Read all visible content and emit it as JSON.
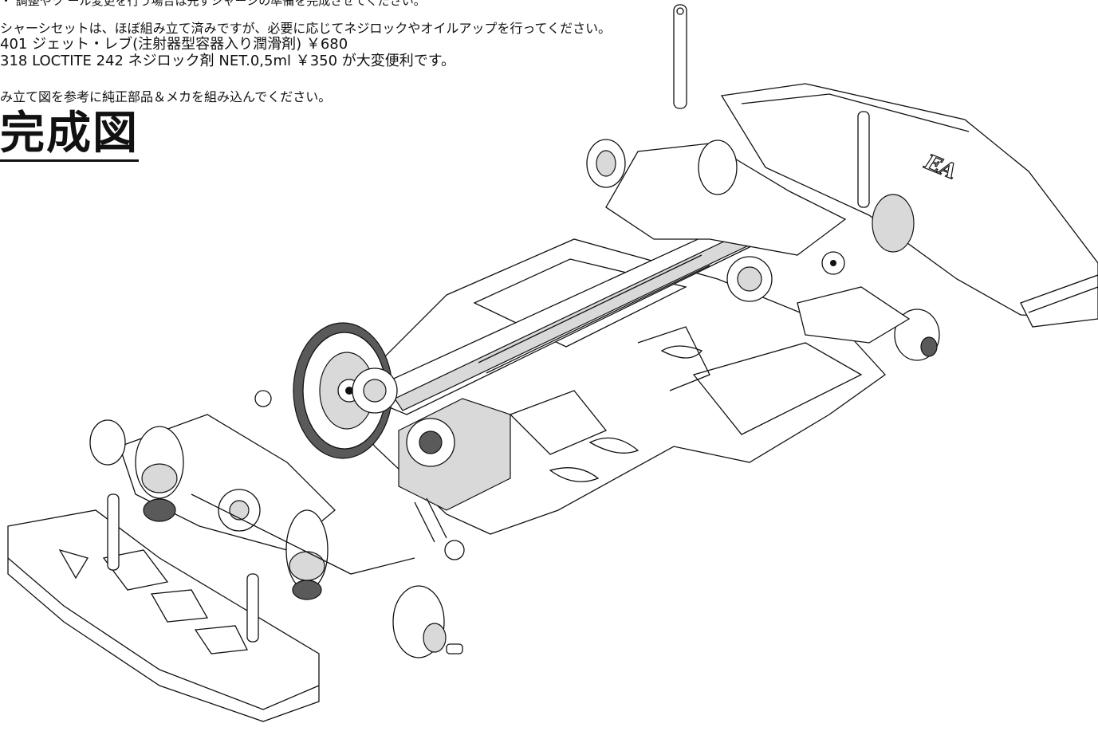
{
  "instructions": {
    "line0": "・ 調整やツ ール変更を行う場合は先ずシャーシの準備を完成させてください。",
    "line1": "シャーシセットは、ほぼ組み立て済みですが、必要に応じてネジロックやオイルアップを行ってください。",
    "line2": "401  ジェット・レブ(注射器型容器入り潤滑剤)  ￥680",
    "line3": "318  LOCTITE 242 ネジロック剤 NET.0,5ml    ￥350 が大変便利です。",
    "line4": "み立て図を参考に純正部品＆メカを組み込んでください。"
  },
  "title": "完成図",
  "drawing": {
    "logo_text": "EA",
    "line_color": "#111111",
    "fill_color": "#ffffff",
    "shade_color": "#d9d9d9"
  }
}
